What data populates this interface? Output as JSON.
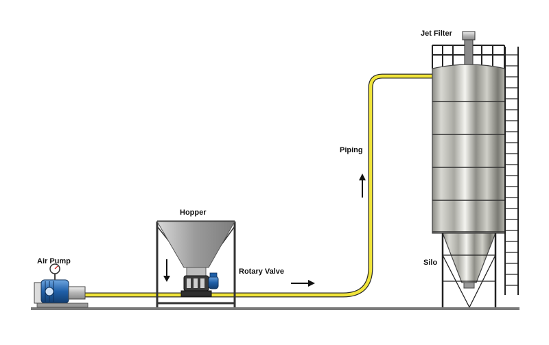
{
  "labels": {
    "air_pump": "Air Pump",
    "hopper": "Hopper",
    "rotary_valve": "Rotary Valve",
    "piping": "Piping",
    "jet_filter": "Jet Filter",
    "silo": "Silo"
  },
  "colors": {
    "pipe": "#f0e43a",
    "pipe_outline": "#2a2a2a",
    "frame": "#333333",
    "ground": "#7a7a7a",
    "motor": "#1f5fa8",
    "silo_light": "#e9e9e6",
    "silo_dark": "#6e6e68"
  },
  "icons": [
    "air-pump-icon",
    "pressure-gauge-icon",
    "rotary-valve-icon",
    "flow-arrow-icon",
    "jet-filter-icon",
    "ladder-icon"
  ]
}
